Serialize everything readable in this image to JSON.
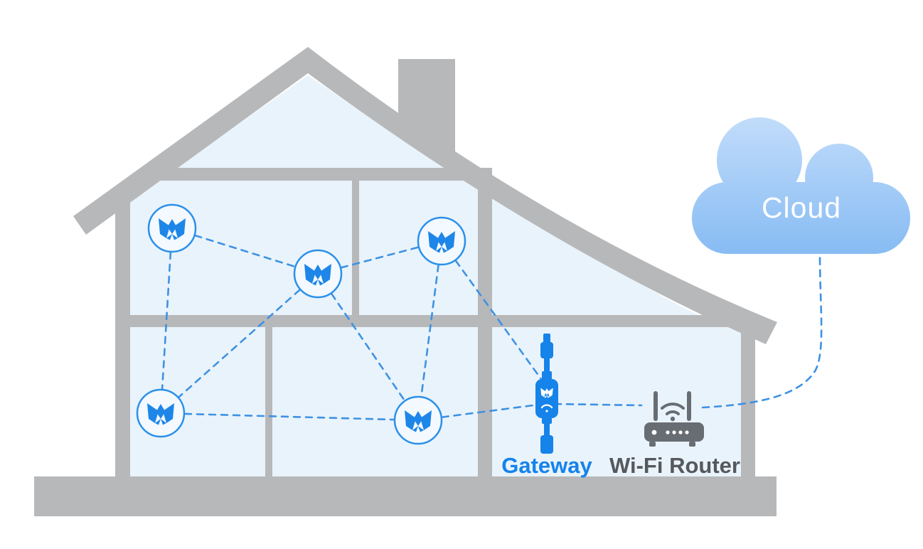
{
  "labels": {
    "gateway": "Gateway",
    "wifi_router": "Wi-Fi Router",
    "cloud": "Cloud"
  },
  "network": {
    "mesh_node_count": 5,
    "nodes": [
      "mesh-node-1",
      "mesh-node-2",
      "mesh-node-3",
      "mesh-node-4",
      "mesh-node-5"
    ],
    "devices": [
      "gateway",
      "wifi-router",
      "cloud"
    ],
    "links": [
      [
        "mesh-node-1",
        "mesh-node-2"
      ],
      [
        "mesh-node-2",
        "mesh-node-3"
      ],
      [
        "mesh-node-1",
        "mesh-node-4"
      ],
      [
        "mesh-node-2",
        "mesh-node-4"
      ],
      [
        "mesh-node-2",
        "mesh-node-5"
      ],
      [
        "mesh-node-3",
        "mesh-node-5"
      ],
      [
        "mesh-node-3",
        "gateway"
      ],
      [
        "mesh-node-4",
        "mesh-node-5"
      ],
      [
        "mesh-node-5",
        "gateway"
      ],
      [
        "gateway",
        "wifi-router"
      ],
      [
        "wifi-router",
        "cloud"
      ]
    ],
    "link_style": "dashed"
  },
  "colors": {
    "structure_gray": "#b7b8ba",
    "room_fill": "#e9f3fb",
    "node_fill": "#f3f9fe",
    "node_ring": "#2b90ea",
    "node_blue": "#1e86e8",
    "link_blue": "#3e92e3",
    "gateway_blue": "#1583ea",
    "router_gray": "#686d73",
    "router_label_gray": "#55585c",
    "cloud_gradient_top": "#c3ddfb",
    "cloud_gradient_bottom": "#86bbf3",
    "cloud_text": "#ffffff"
  }
}
